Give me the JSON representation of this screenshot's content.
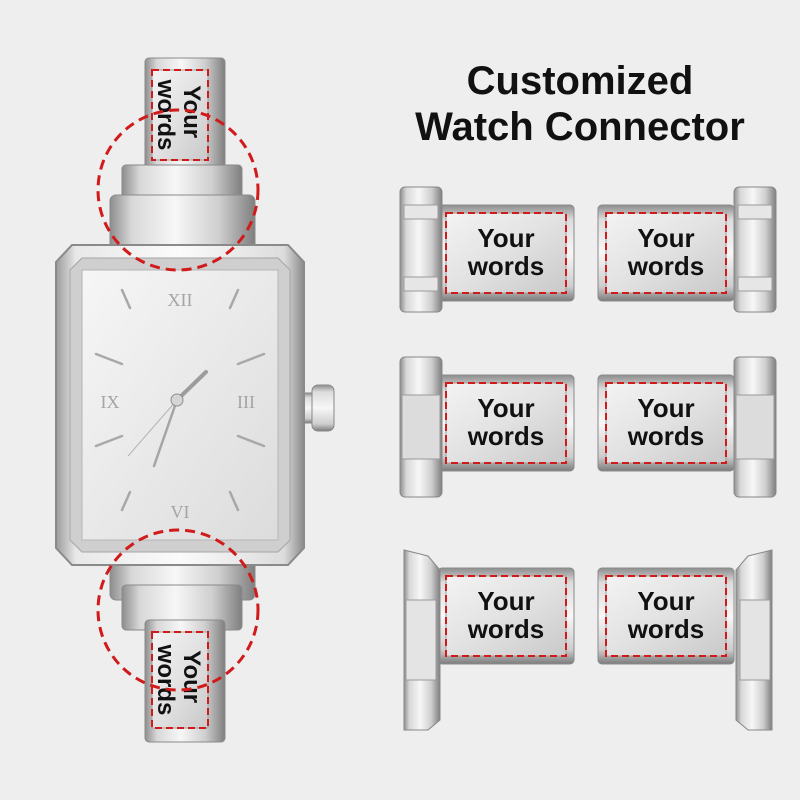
{
  "title": {
    "line1": "Customized",
    "line2": "Watch Connector"
  },
  "watch": {
    "band_text_top": {
      "line1": "Your",
      "line2": "words"
    },
    "band_text_bottom": {
      "line1": "Your",
      "line2": "words"
    },
    "dial_numerals": {
      "twelve": "XII",
      "three": "III",
      "six": "VI",
      "nine": "IX"
    }
  },
  "connectors": [
    {
      "variant": "clasp-left",
      "line1": "Your",
      "line2": "words"
    },
    {
      "variant": "clasp-right",
      "line1": "Your",
      "line2": "words"
    },
    {
      "variant": "link-left",
      "line1": "Your",
      "line2": "words"
    },
    {
      "variant": "link-right",
      "line1": "Your",
      "line2": "words"
    },
    {
      "variant": "buckle-left",
      "line1": "Your",
      "line2": "words"
    },
    {
      "variant": "buckle-right",
      "line1": "Your",
      "line2": "words"
    }
  ],
  "colors": {
    "background": "#eeeeee",
    "highlight_dash": "#d11a1a",
    "steel_light": "#f4f4f4",
    "steel_dark": "#8a8a8a",
    "text": "#111111"
  }
}
